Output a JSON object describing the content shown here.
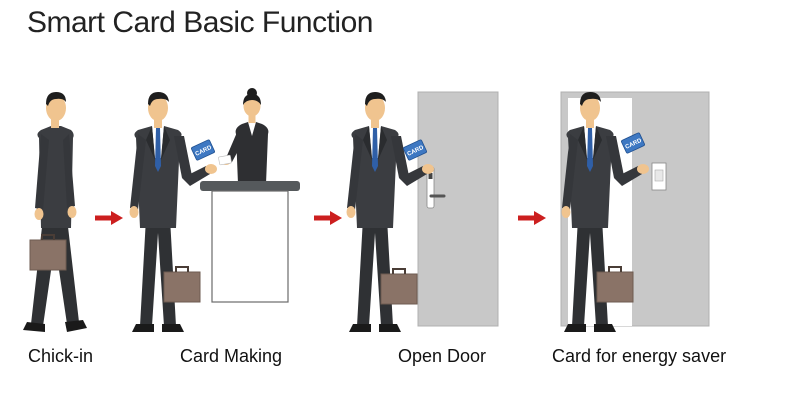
{
  "title": "Smart Card Basic Function",
  "card_text": "CARD",
  "steps": [
    {
      "label": "Chick-in"
    },
    {
      "label": "Card Making"
    },
    {
      "label": "Open Door"
    },
    {
      "label": "Card for energy saver"
    }
  ],
  "colors": {
    "suit": "#3b3d41",
    "suit_shadow": "#2a2c2f",
    "skin": "#f0c48f",
    "hair": "#1e1e1e",
    "shirt": "#ffffff",
    "tie": "#2f5fa7",
    "briefcase": "#8a7367",
    "door": "#c8c8c8",
    "door_frame": "#b9b9b9",
    "counter_top": "#55595c",
    "arrow": "#cc1f1f",
    "card": "#3e78c2",
    "title_text": "#222222"
  }
}
